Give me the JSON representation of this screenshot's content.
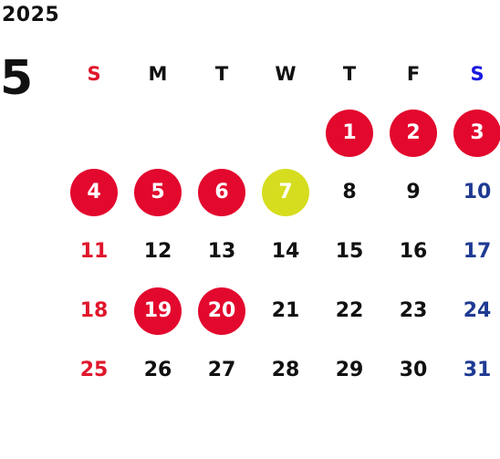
{
  "year": "2025",
  "month": "5",
  "colors": {
    "sunday": "#e0162b",
    "saturday": "#1f3a93",
    "holiday_circle": "#e3082d",
    "highlight_circle": "#d6dd1f"
  },
  "weekdays": [
    "S",
    "M",
    "T",
    "W",
    "T",
    "F",
    "S"
  ],
  "weeks": [
    [
      {
        "day": ""
      },
      {
        "day": ""
      },
      {
        "day": ""
      },
      {
        "day": ""
      },
      {
        "day": "1",
        "style": "holiday"
      },
      {
        "day": "2",
        "style": "holiday"
      },
      {
        "day": "3",
        "style": "holiday"
      }
    ],
    [
      {
        "day": "4",
        "style": "holiday"
      },
      {
        "day": "5",
        "style": "holiday"
      },
      {
        "day": "6",
        "style": "holiday"
      },
      {
        "day": "7",
        "style": "highlight"
      },
      {
        "day": "8"
      },
      {
        "day": "9"
      },
      {
        "day": "10"
      }
    ],
    [
      {
        "day": "11"
      },
      {
        "day": "12"
      },
      {
        "day": "13"
      },
      {
        "day": "14"
      },
      {
        "day": "15"
      },
      {
        "day": "16"
      },
      {
        "day": "17"
      }
    ],
    [
      {
        "day": "18"
      },
      {
        "day": "19",
        "style": "holiday"
      },
      {
        "day": "20",
        "style": "holiday"
      },
      {
        "day": "21"
      },
      {
        "day": "22"
      },
      {
        "day": "23"
      },
      {
        "day": "24"
      }
    ],
    [
      {
        "day": "25"
      },
      {
        "day": "26"
      },
      {
        "day": "27"
      },
      {
        "day": "28"
      },
      {
        "day": "29"
      },
      {
        "day": "30"
      },
      {
        "day": "31"
      }
    ]
  ]
}
